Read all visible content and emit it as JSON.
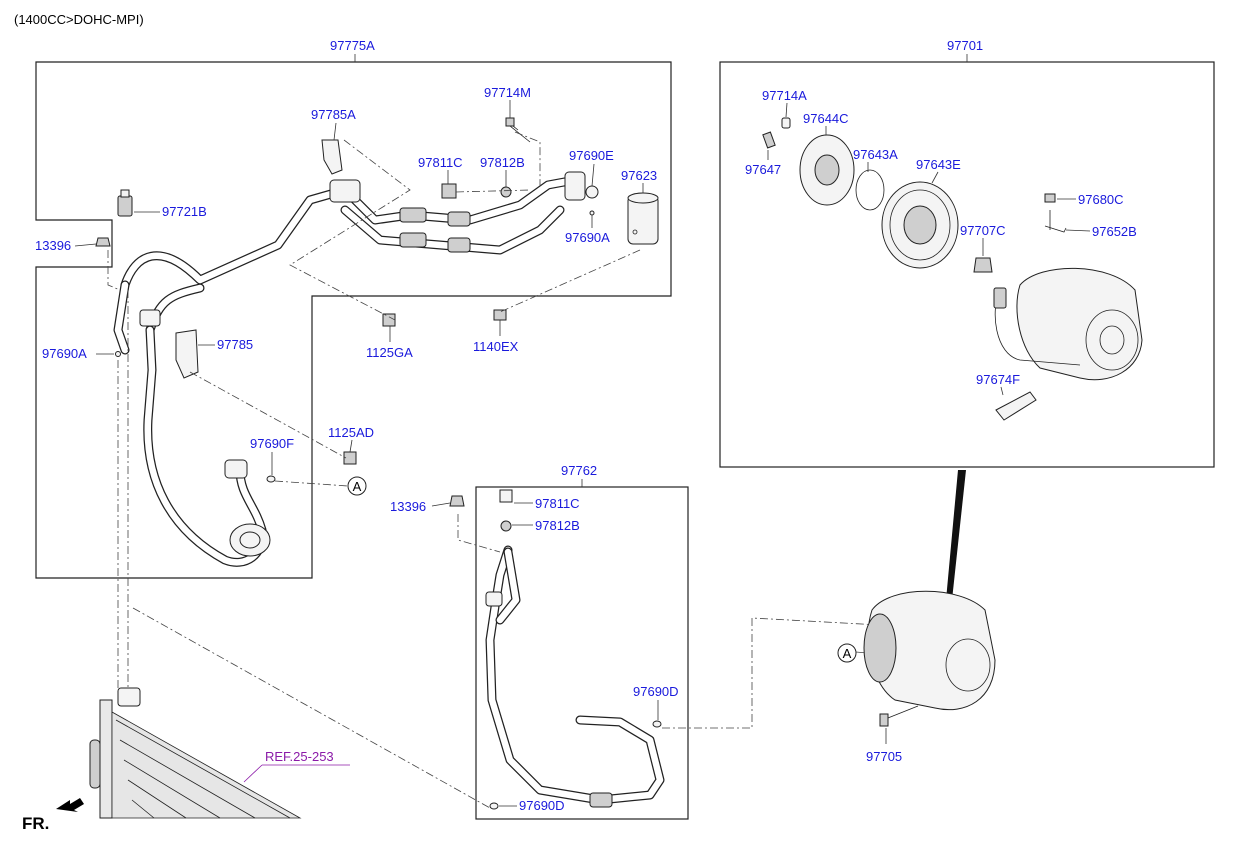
{
  "header": {
    "engine_spec": "(1400CC>DOHC-MPI)"
  },
  "groups": {
    "hose_assy_main": "97775A",
    "compressor_assy": "97701",
    "discharge_hose": "97762"
  },
  "labels": {
    "p97714M": "97714M",
    "p97785A": "97785A",
    "p97811C_top": "97811C",
    "p97812B_top": "97812B",
    "p97690E": "97690E",
    "p97623": "97623",
    "p97721B": "97721B",
    "p13396_left": "13396",
    "p97690A_right": "97690A",
    "p1125GA": "1125GA",
    "p1140EX": "1140EX",
    "p97690A_left": "97690A",
    "p97785": "97785",
    "p1125AD": "1125AD",
    "p97690F": "97690F",
    "p13396_mid": "13396",
    "p97811C_mid": "97811C",
    "p97812B_mid": "97812B",
    "p97690D_right": "97690D",
    "p97690D_bottom": "97690D",
    "p97714A": "97714A",
    "p97644C": "97644C",
    "p97647": "97647",
    "p97643A": "97643A",
    "p97643E": "97643E",
    "p97680C": "97680C",
    "p97652B": "97652B",
    "p97707C": "97707C",
    "p97674F": "97674F",
    "p97705": "97705"
  },
  "reference": "REF.25-253",
  "callouts": {
    "connector_a_1": "A",
    "connector_a_2": "A"
  },
  "orientation": {
    "front_label": "FR."
  },
  "colors": {
    "part_link": "#1a1adc",
    "reference_link": "#8b1aa8",
    "line": "#222222"
  }
}
